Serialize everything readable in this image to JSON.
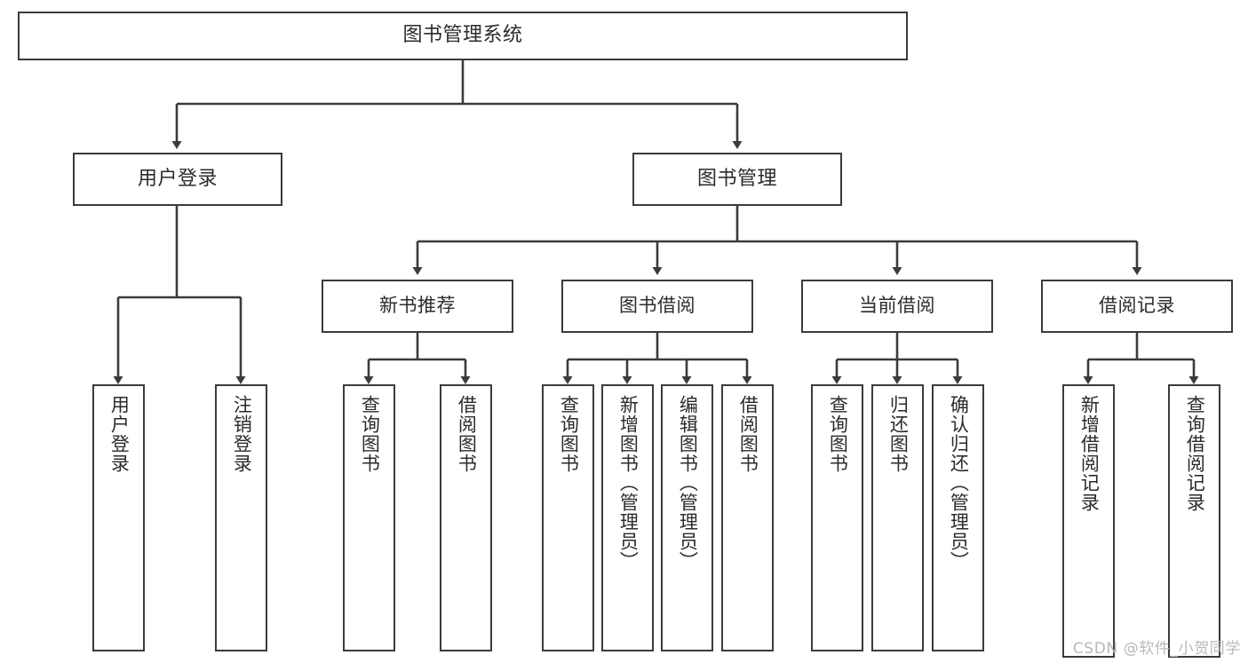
{
  "diagram": {
    "type": "tree-hierarchy-chart",
    "title": "图书管理系统",
    "orientation": "top-down",
    "colors": {
      "node_border": "#3b3b3b",
      "node_fill": "#ffffff",
      "edge": "#3b3b3b",
      "text": "#2b2b2b",
      "background": "#ffffff",
      "watermark": "#b9b9b9"
    }
  },
  "nodes": {
    "root": {
      "label": "图书管理系统"
    },
    "level1": [
      {
        "id": "user-login",
        "label": "用户登录"
      },
      {
        "id": "book-manage",
        "label": "图书管理"
      }
    ],
    "level2": [
      {
        "id": "new-book-recommend",
        "label": "新书推荐"
      },
      {
        "id": "book-borrow",
        "label": "图书借阅"
      },
      {
        "id": "current-borrow",
        "label": "当前借阅"
      },
      {
        "id": "borrow-record",
        "label": "借阅记录"
      }
    ],
    "leaves": {
      "user-login": [
        {
          "id": "leaf-user-login",
          "label": "用户登录"
        },
        {
          "id": "leaf-logout-login",
          "label": "注销登录"
        }
      ],
      "new-book-recommend": [
        {
          "id": "leaf-query-book-1",
          "label": "查询图书"
        },
        {
          "id": "leaf-borrow-book-1",
          "label": "借阅图书"
        }
      ],
      "book-borrow": [
        {
          "id": "leaf-query-book-2",
          "label": "查询图书"
        },
        {
          "id": "leaf-add-book",
          "label": "新增图书（管理员）"
        },
        {
          "id": "leaf-edit-book",
          "label": "编辑图书（管理员）"
        },
        {
          "id": "leaf-borrow-book-2",
          "label": "借阅图书"
        }
      ],
      "current-borrow": [
        {
          "id": "leaf-query-book-3",
          "label": "查询图书"
        },
        {
          "id": "leaf-return-book",
          "label": "归还图书"
        },
        {
          "id": "leaf-confirm-return",
          "label": "确认归还（管理员）"
        }
      ],
      "borrow-record": [
        {
          "id": "leaf-add-record",
          "label": "新增借阅记录"
        },
        {
          "id": "leaf-query-record",
          "label": "查询借阅记录"
        }
      ]
    }
  },
  "watermark": {
    "text": "CSDN @软件_小贺同学"
  }
}
